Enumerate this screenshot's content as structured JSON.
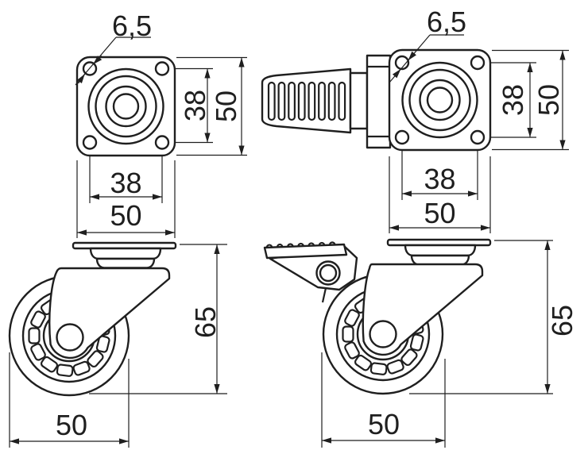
{
  "colors": {
    "ink": "#1f1f1f",
    "background": "#ffffff"
  },
  "views": {
    "top_plain": {
      "hole_diameter": "6,5",
      "hole_pitch_vertical": "38",
      "plate_size_vertical": "50",
      "hole_pitch_horizontal": "38",
      "plate_size_horizontal": "50"
    },
    "top_braked": {
      "hole_diameter": "6,5",
      "hole_pitch_vertical": "38",
      "plate_size_vertical": "50",
      "hole_pitch_horizontal": "38",
      "plate_size_horizontal": "50"
    },
    "side_plain": {
      "overall_height": "65",
      "wheel_diameter": "50"
    },
    "side_braked": {
      "overall_height": "65",
      "wheel_diameter": "50"
    }
  }
}
